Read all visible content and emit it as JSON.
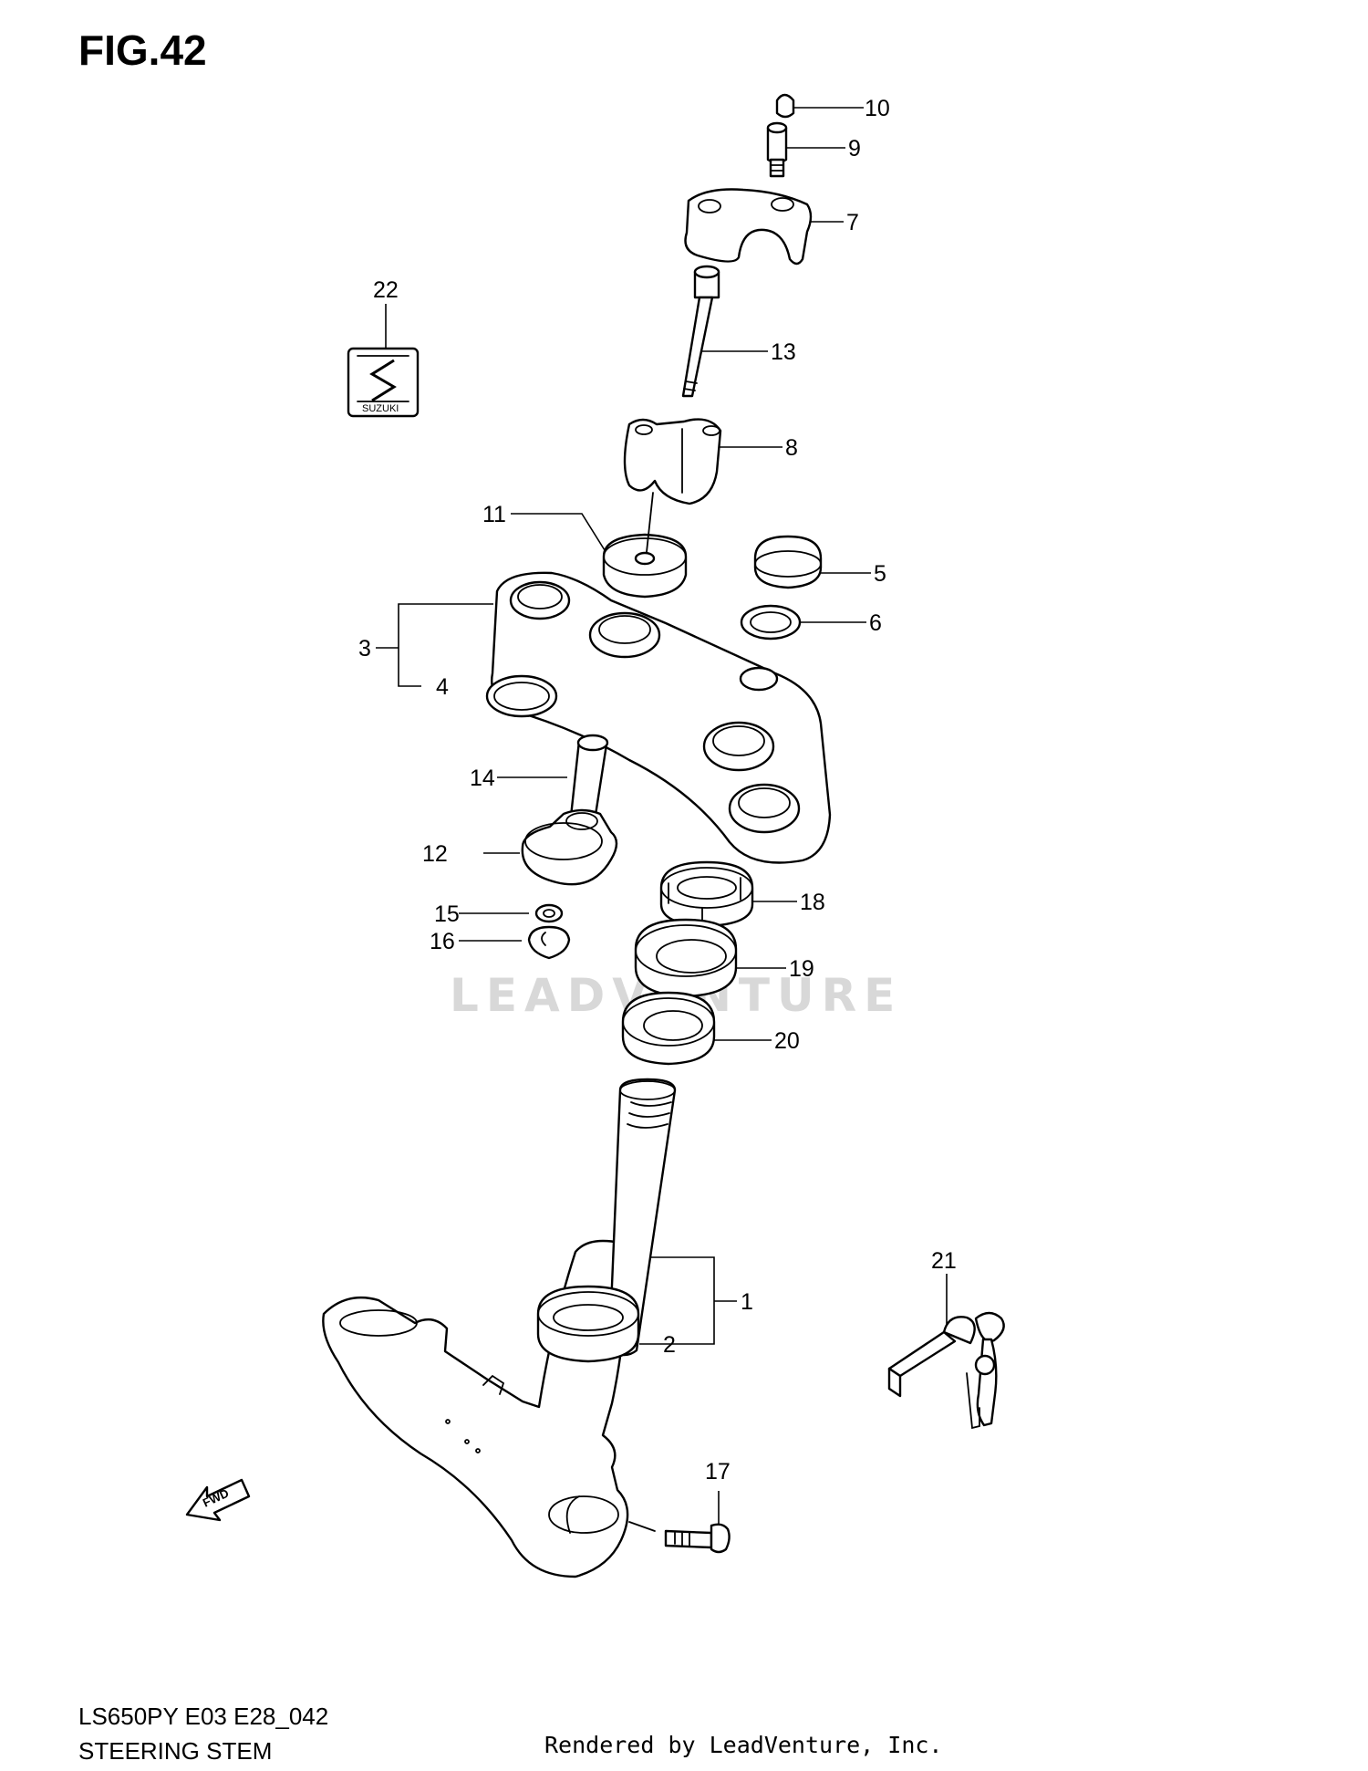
{
  "figure": {
    "title": "FIG.42"
  },
  "watermark": {
    "text": "LEADVENTURE"
  },
  "callouts": [
    {
      "id": "10",
      "text": "10"
    },
    {
      "id": "9",
      "text": "9"
    },
    {
      "id": "7",
      "text": "7"
    },
    {
      "id": "22",
      "text": "22"
    },
    {
      "id": "13",
      "text": "13"
    },
    {
      "id": "8",
      "text": "8"
    },
    {
      "id": "11",
      "text": "11"
    },
    {
      "id": "5",
      "text": "5"
    },
    {
      "id": "6",
      "text": "6"
    },
    {
      "id": "3",
      "text": "3"
    },
    {
      "id": "4",
      "text": "4"
    },
    {
      "id": "14",
      "text": "14"
    },
    {
      "id": "12",
      "text": "12"
    },
    {
      "id": "18",
      "text": "18"
    },
    {
      "id": "15",
      "text": "15"
    },
    {
      "id": "16",
      "text": "16"
    },
    {
      "id": "19",
      "text": "19"
    },
    {
      "id": "20",
      "text": "20"
    },
    {
      "id": "21",
      "text": "21"
    },
    {
      "id": "1",
      "text": "1"
    },
    {
      "id": "2",
      "text": "2"
    },
    {
      "id": "17",
      "text": "17"
    }
  ],
  "emblem": {
    "text": "SUZUKI",
    "icon": "suzuki-s-emblem"
  },
  "forward_arrow": {
    "text": "FWD",
    "icon": "forward-arrow-icon"
  },
  "footer": {
    "model": "LS650PY E03 E28_042",
    "name": "STEERING STEM",
    "credit": "Rendered by LeadVenture, Inc."
  }
}
